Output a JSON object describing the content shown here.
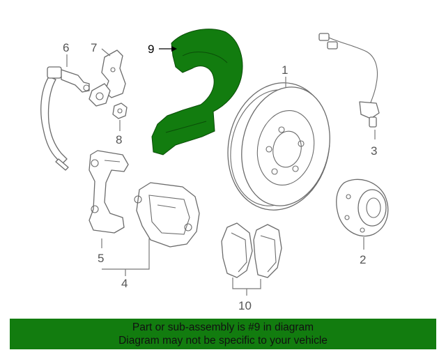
{
  "diagram": {
    "callouts": [
      {
        "id": "1",
        "label": "1"
      },
      {
        "id": "2",
        "label": "2"
      },
      {
        "id": "3",
        "label": "3"
      },
      {
        "id": "4",
        "label": "4"
      },
      {
        "id": "5",
        "label": "5"
      },
      {
        "id": "6",
        "label": "6"
      },
      {
        "id": "7",
        "label": "7"
      },
      {
        "id": "8",
        "label": "8"
      },
      {
        "id": "9",
        "label": "9"
      },
      {
        "id": "10",
        "label": "10"
      }
    ],
    "highlighted_part": "9",
    "highlight_color": "#127c0f"
  },
  "banner": {
    "line1": "Part or sub-assembly is #9 in diagram",
    "line2": "Diagram may not be specific to your vehicle",
    "background": "#127c0f"
  }
}
